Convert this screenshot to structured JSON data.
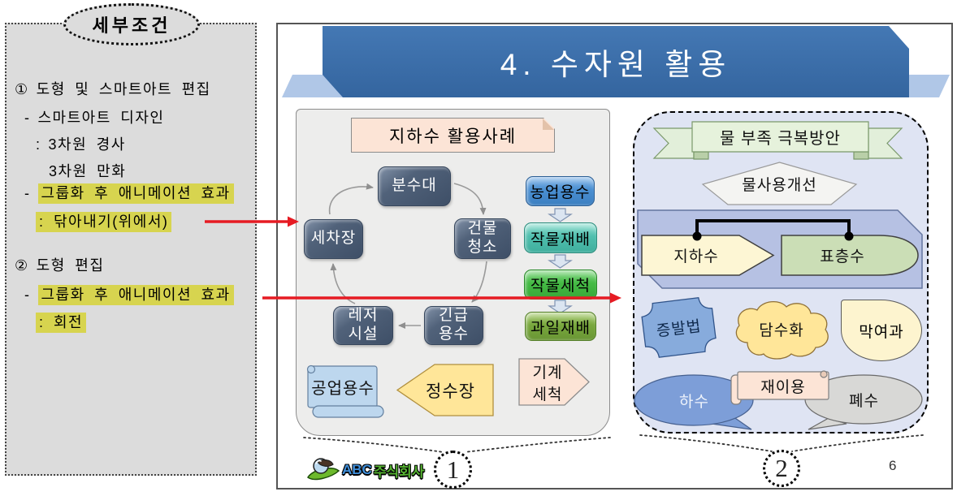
{
  "conditions": {
    "title": "세부조건",
    "lines": [
      {
        "pre": "①",
        "text": "도형 및 스마트아트 편집",
        "highlight": false
      },
      {
        "pre": "-",
        "text": "스마트아트 디자인",
        "highlight": false
      },
      {
        "pre": ":",
        "text": "3차원 경사",
        "highlight": false
      },
      {
        "pre": "",
        "text": "3차원 만화",
        "highlight": false
      },
      {
        "pre": "-",
        "text": "그룹화 후 애니메이션 효과",
        "highlight": true
      },
      {
        "pre": "",
        "text": ": 닦아내기(위에서)",
        "highlight": true
      },
      {
        "pre": "②",
        "text": "도형 편집",
        "highlight": false
      },
      {
        "pre": "-",
        "text": "그룹화 후 애니메이션 효과",
        "highlight": true
      },
      {
        "pre": "",
        "text": ": 회전",
        "highlight": true
      }
    ]
  },
  "slide": {
    "title": "4. 수자원 활용",
    "page_number": "6",
    "badge1": "1",
    "badge2": "2",
    "logo": {
      "abc": "ABC",
      "corp": "주식회사"
    },
    "section1": {
      "header": "지하수 활용사례",
      "cycle": {
        "fountain": "분수대",
        "building": "건물\n청소",
        "emergency": "긴급\n용수",
        "leisure": "레저\n시설",
        "carwash": "세차장"
      },
      "flow": {
        "agriculture": "농업용수",
        "crop_grow": "작물재배",
        "crop_wash": "작물세척",
        "fruit_grow": "과일재배"
      },
      "machine_wash": "기계\n세척",
      "industrial_water": "공업용수",
      "purification_plant": "정수장"
    },
    "section2": {
      "banner": "물 부족 극복방안",
      "improvement": "물사용개선",
      "groundwater": "지하수",
      "surface_water": "표층수",
      "evaporation": "증발법",
      "desalination": "담수화",
      "membrane_filtration": "막여과",
      "sewage": "하수",
      "reuse": "재이용",
      "wastewater": "폐수"
    }
  },
  "colors": {
    "accent_red": "#e61b23",
    "highlight_yellow": "#d7d44f",
    "title_banner_blue": "#3a70ae",
    "title_ribbon_blue": "#b0c7e7",
    "panel_gray": "#ededec",
    "panel_blue": "#dfe4f3",
    "cycle_node_slate": "#4c5d75",
    "flow_blue": "#4a8fd2",
    "flow_teal": "#50bfae",
    "flow_green": "#45bb45",
    "flow_olive": "#79a83e",
    "container_periwinkle": "#b6c1e3",
    "ribbon_green": "#e6f2dc"
  }
}
